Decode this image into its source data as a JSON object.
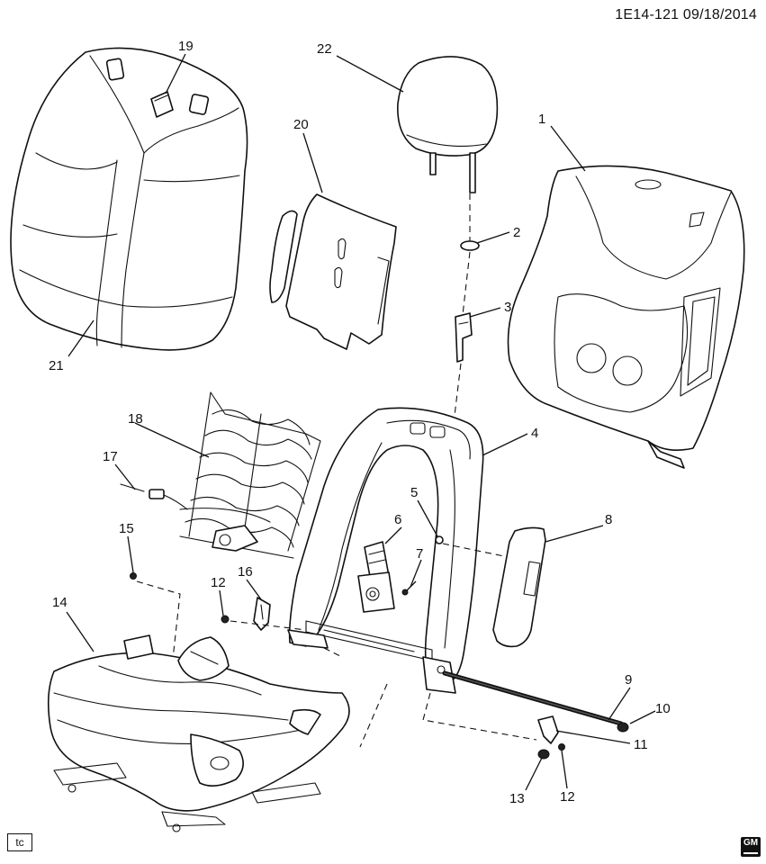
{
  "header": {
    "code": "1E14-121 09/18/2014"
  },
  "footer": {
    "stamp": "tc",
    "brand": "GM"
  },
  "callouts": [
    "1",
    "2",
    "3",
    "4",
    "5",
    "6",
    "7",
    "8",
    "9",
    "10",
    "11",
    "12",
    "12",
    "13",
    "14",
    "15",
    "16",
    "17",
    "18",
    "19",
    "20",
    "21",
    "22"
  ]
}
